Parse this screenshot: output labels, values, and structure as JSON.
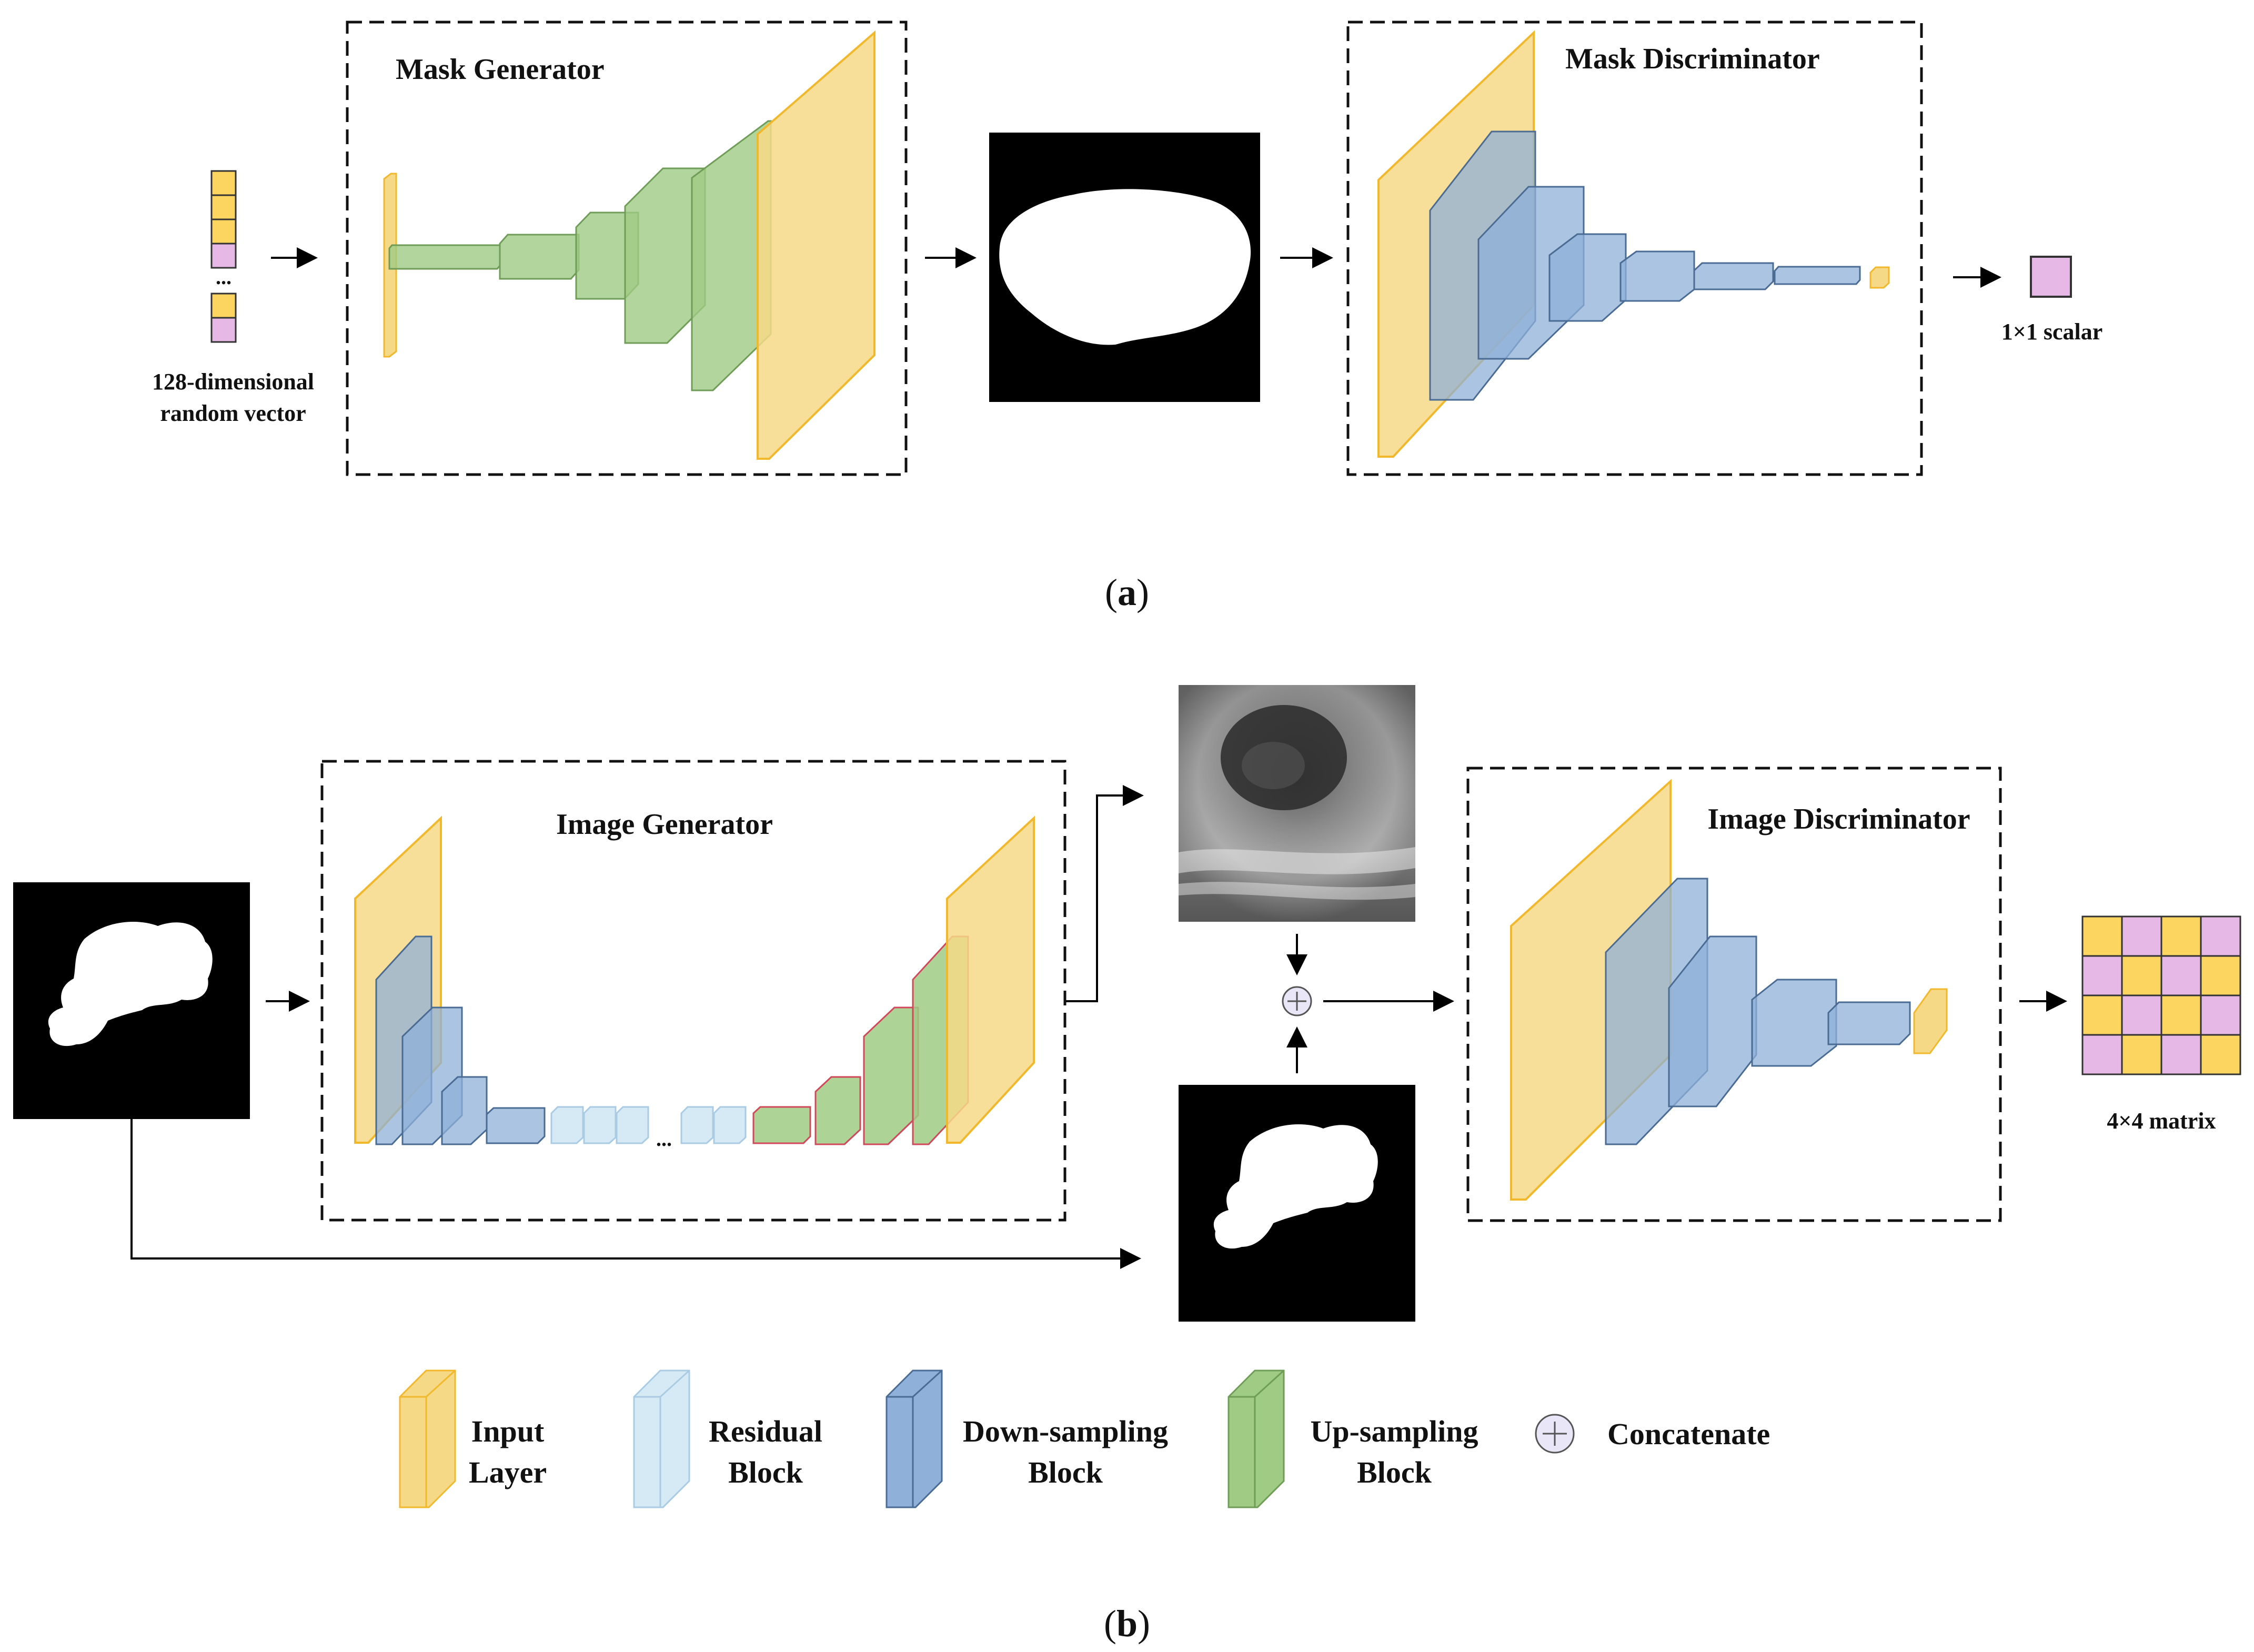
{
  "panel_a": {
    "input_label_line1": "128-dimensional",
    "input_label_line2": "random vector",
    "ellipsis": "...",
    "generator_title": "Mask Generator",
    "discriminator_title": "Mask Discriminator",
    "output_label": "1×1 scalar",
    "caption_open": "(",
    "caption_letter": "a",
    "caption_close": ")"
  },
  "panel_b": {
    "generator_title": "Image Generator",
    "discriminator_title": "Image Discriminator",
    "output_label": "4×4 matrix",
    "ellipsis": "...",
    "caption_open": "(",
    "caption_letter": "b",
    "caption_close": ")"
  },
  "legend": {
    "input_line1": "Input",
    "input_line2": "Layer",
    "residual_line1": "Residual",
    "residual_line2": "Block",
    "down_line1": "Down-sampling",
    "down_line2": "Block",
    "up_line1": "Up-sampling",
    "up_line2": "Block",
    "concat": "Concatenate"
  },
  "colors": {
    "input_fill": "#f6d987",
    "input_stroke": "#f1b82c",
    "down_fill": "#8fb0d8",
    "down_stroke": "#4a6b93",
    "residual_fill": "#d6eaf6",
    "residual_stroke": "#a9cbe3",
    "up_fill": "#9fcb85",
    "up_stroke": "#6f9d57",
    "vector_yellow": "#fbd560",
    "vector_pink": "#e6b8e6"
  }
}
